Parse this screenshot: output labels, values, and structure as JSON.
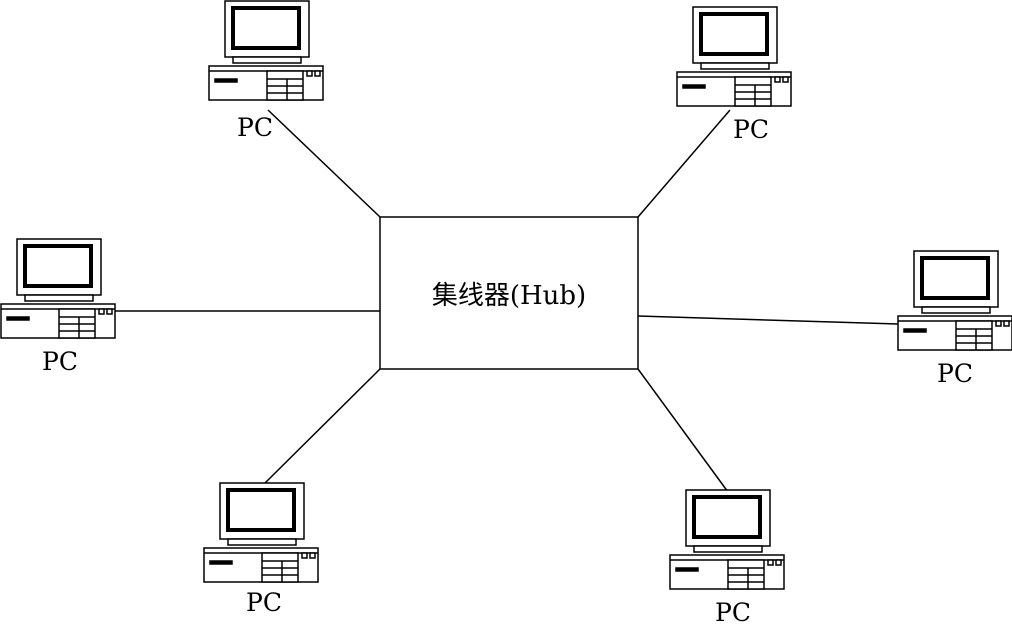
{
  "diagram": {
    "hub_label": "集线器(Hub)",
    "pc_label": "PC",
    "pc_count": 6,
    "colors": {
      "stroke": "#000000",
      "background": "#ffffff"
    },
    "icon": "desktop-computer-icon"
  }
}
